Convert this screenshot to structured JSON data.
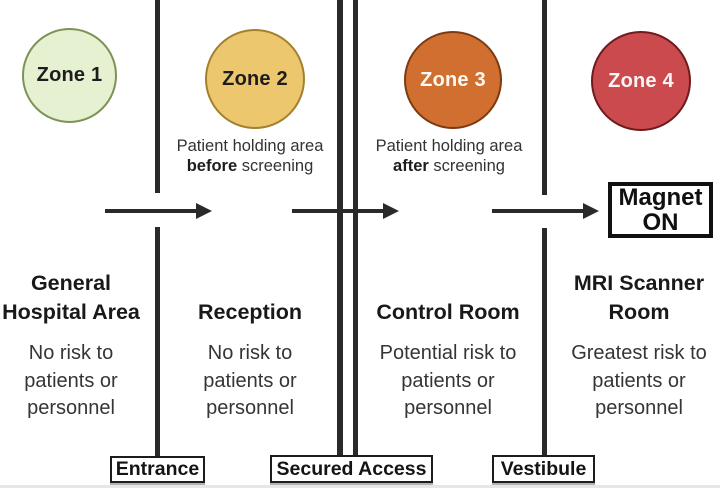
{
  "diagram": {
    "line_color": "#2a2a2a",
    "zones": [
      {
        "label": "Zone 1",
        "fill": "#e6f1d2",
        "border": "#7d9355",
        "text_color": "#1d1d1d"
      },
      {
        "label": "Zone 2",
        "fill": "#ecc76d",
        "border": "#a1802f",
        "text_color": "#1d1d1d"
      },
      {
        "label": "Zone 3",
        "fill": "#d06f2f",
        "border": "#7d3a12",
        "text_color": "#fdf8f2"
      },
      {
        "label": "Zone 4",
        "fill": "#ca4a4d",
        "border": "#6f1b1e",
        "text_color": "#fdf5f5"
      }
    ],
    "captions": [
      {
        "line1": "Patient holding area",
        "bold": "before",
        "rest": " screening"
      },
      {
        "line1": "Patient holding area",
        "bold": "after",
        "rest": " screening"
      }
    ],
    "magnet_box": {
      "line1": "Magnet",
      "line2": "ON"
    },
    "columns": [
      {
        "title": "General\nHospital Area",
        "body": "No risk to\npatients or\npersonnel"
      },
      {
        "title": "Reception",
        "body": "No risk to\npatients or\npersonnel"
      },
      {
        "title": "Control Room",
        "body": "Potential risk to\npatients or\npersonnel"
      },
      {
        "title": "MRI Scanner\nRoom",
        "body": "Greatest risk to\npatients or\npersonnel"
      }
    ],
    "door_labels": [
      "Entrance",
      "Secured Access",
      "Vestibule"
    ]
  }
}
